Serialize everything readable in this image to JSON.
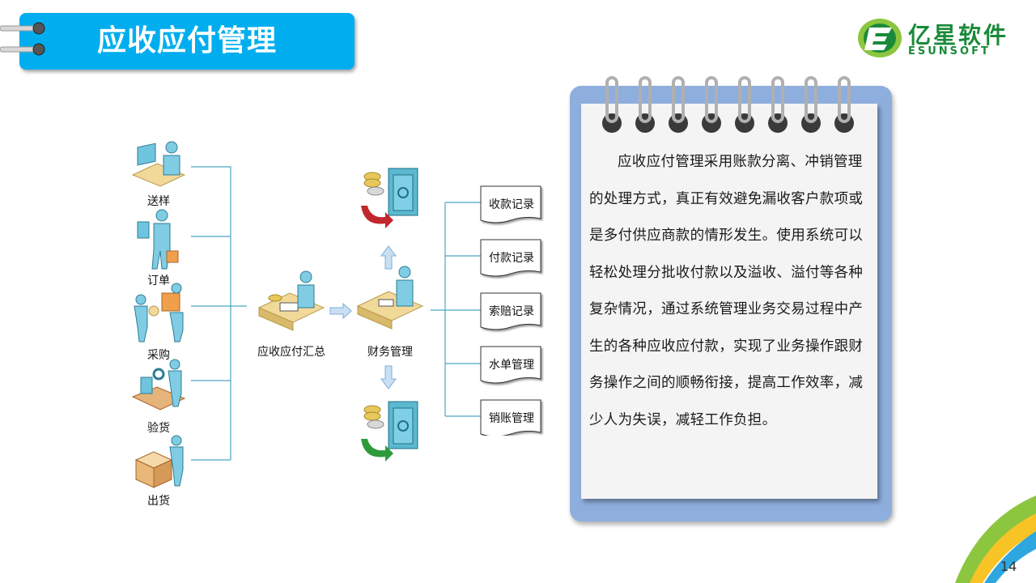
{
  "header": {
    "title": "应收应付管理"
  },
  "logo": {
    "name_cn": "亿星软件",
    "name_en": "ESUNSOFT"
  },
  "flow": {
    "inputs": [
      {
        "label": "送样",
        "icon": "person-computer-icon"
      },
      {
        "label": "订单",
        "icon": "person-document-icon"
      },
      {
        "label": "采购",
        "icon": "people-trading-icon"
      },
      {
        "label": "验货",
        "icon": "inspection-icon"
      },
      {
        "label": "出货",
        "icon": "shipping-icon"
      }
    ],
    "summary": {
      "label": "应收应付汇总"
    },
    "finance": {
      "label": "财务管理"
    },
    "outputs": [
      "收款记录",
      "付款记录",
      "索赔记录",
      "水单管理",
      "销账管理"
    ]
  },
  "description": "应收应付管理采用账款分离、冲销管理的处理方式，真正有效避免漏收客户款项或是多付供应商款的情形发生。使用系统可以轻松处理分批收付款以及溢收、溢付等各种复杂情况，通过系统管理业务交易过程中产生的各种应收应付款，实现了业务操作跟财务操作之间的顺畅衔接，提高工作效率，减少人为失误，减轻工作负担。",
  "page_number": "14",
  "colors": {
    "banner": "#00aeef",
    "accent": "#5bb8cf",
    "notebook": "#8eaedd",
    "logo": "#1a8a3a"
  }
}
